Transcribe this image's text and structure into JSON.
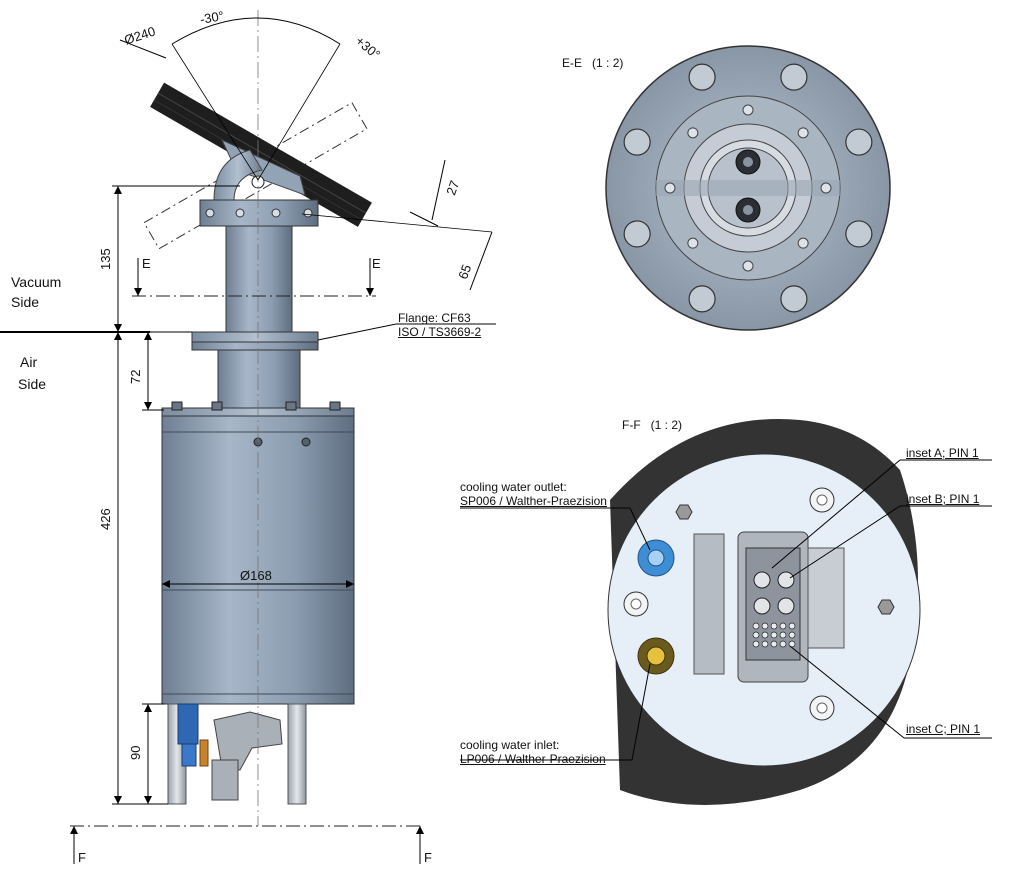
{
  "sides": {
    "vacuum_line1": "Vacuum",
    "vacuum_line2": "Side",
    "air_line1": "Air",
    "air_line2": "Side"
  },
  "dimensions": {
    "target_dia": "Ø240",
    "tilt_neg": "-30°",
    "tilt_pos": "+30°",
    "d27": "27",
    "d65": "65",
    "d135": "135",
    "d72": "72",
    "d426": "426",
    "d90": "90",
    "body_dia": "Ø168"
  },
  "section_marks": {
    "e": "E",
    "f": "F"
  },
  "flange": {
    "line1": "Flange: CF63",
    "line2": "ISO / TS3669-2"
  },
  "views": {
    "ee_title": "E-E",
    "ee_scale": "(1 : 2)",
    "ff_title": "F-F",
    "ff_scale": "(1 : 2)"
  },
  "callouts": {
    "inset_a": "inset A; PIN 1",
    "inset_b": "inset B; PIN 1",
    "inset_c": "inset C; PIN 1",
    "outlet_line1": "cooling water outlet:",
    "outlet_line2": "SP006 / Walther-Praezision",
    "inlet_line1": "cooling water inlet:",
    "inlet_line2": "LP006 / Walther-Praezision"
  }
}
